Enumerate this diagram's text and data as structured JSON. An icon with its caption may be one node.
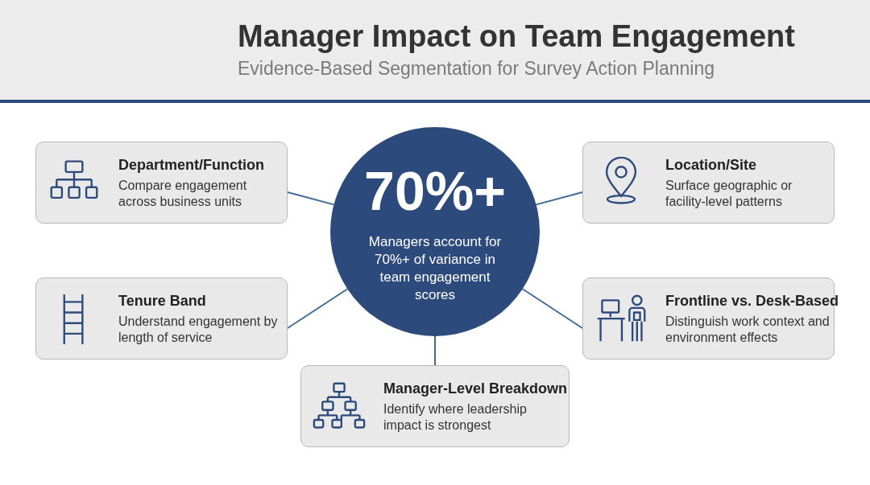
{
  "diagram": {
    "title": "Manager Impact on Team Engagement",
    "nodes": [
      {
        "text": [
          "Department/Function",
          "Compare engagement across business units"
        ]
      },
      {
        "text": [
          "70%+",
          "Managers account for 70%+ of variance in team engagement scores"
        ]
      },
      {
        "text": [
          "Location/Site",
          "Surface geographic or facility-level patterns"
        ]
      },
      {
        "text": [
          "Tenure Band",
          "Understand engagement by length of service"
        ]
      },
      {
        "text": [
          "Frontline vs. Desk-Based",
          "Distinguish work context and environment effects"
        ]
      },
      {
        "text": [
          "Manager-Level Breakdown",
          "Identify where leadership impact is strongest"
        ]
      }
    ],
    "edges": [
      {
        "from": 1,
        "to": 0,
        "arrow": "none"
      },
      {
        "from": 1,
        "to": 2,
        "arrow": "none"
      },
      {
        "from": 1,
        "to": 3,
        "arrow": "none"
      },
      {
        "from": 1,
        "to": 4,
        "arrow": "none"
      },
      {
        "from": 1,
        "to": 5,
        "arrow": "none"
      }
    ],
    "labels": [
      "Evidence-Based Segmentation for Survey Action Planning"
    ]
  }
}
